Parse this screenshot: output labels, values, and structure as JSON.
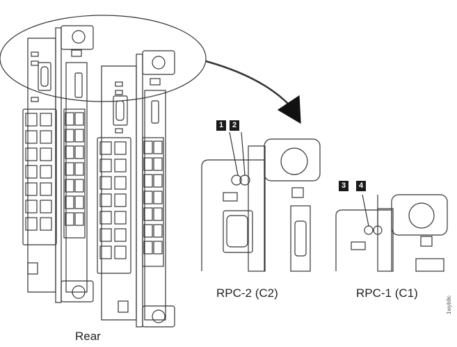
{
  "labels": {
    "rear": "Rear",
    "rpc2": "RPC-2 (C2)",
    "rpc1": "RPC-1 (C1)",
    "figure_id": "1wyb9c"
  },
  "callouts": [
    "1",
    "2",
    "3",
    "4"
  ]
}
